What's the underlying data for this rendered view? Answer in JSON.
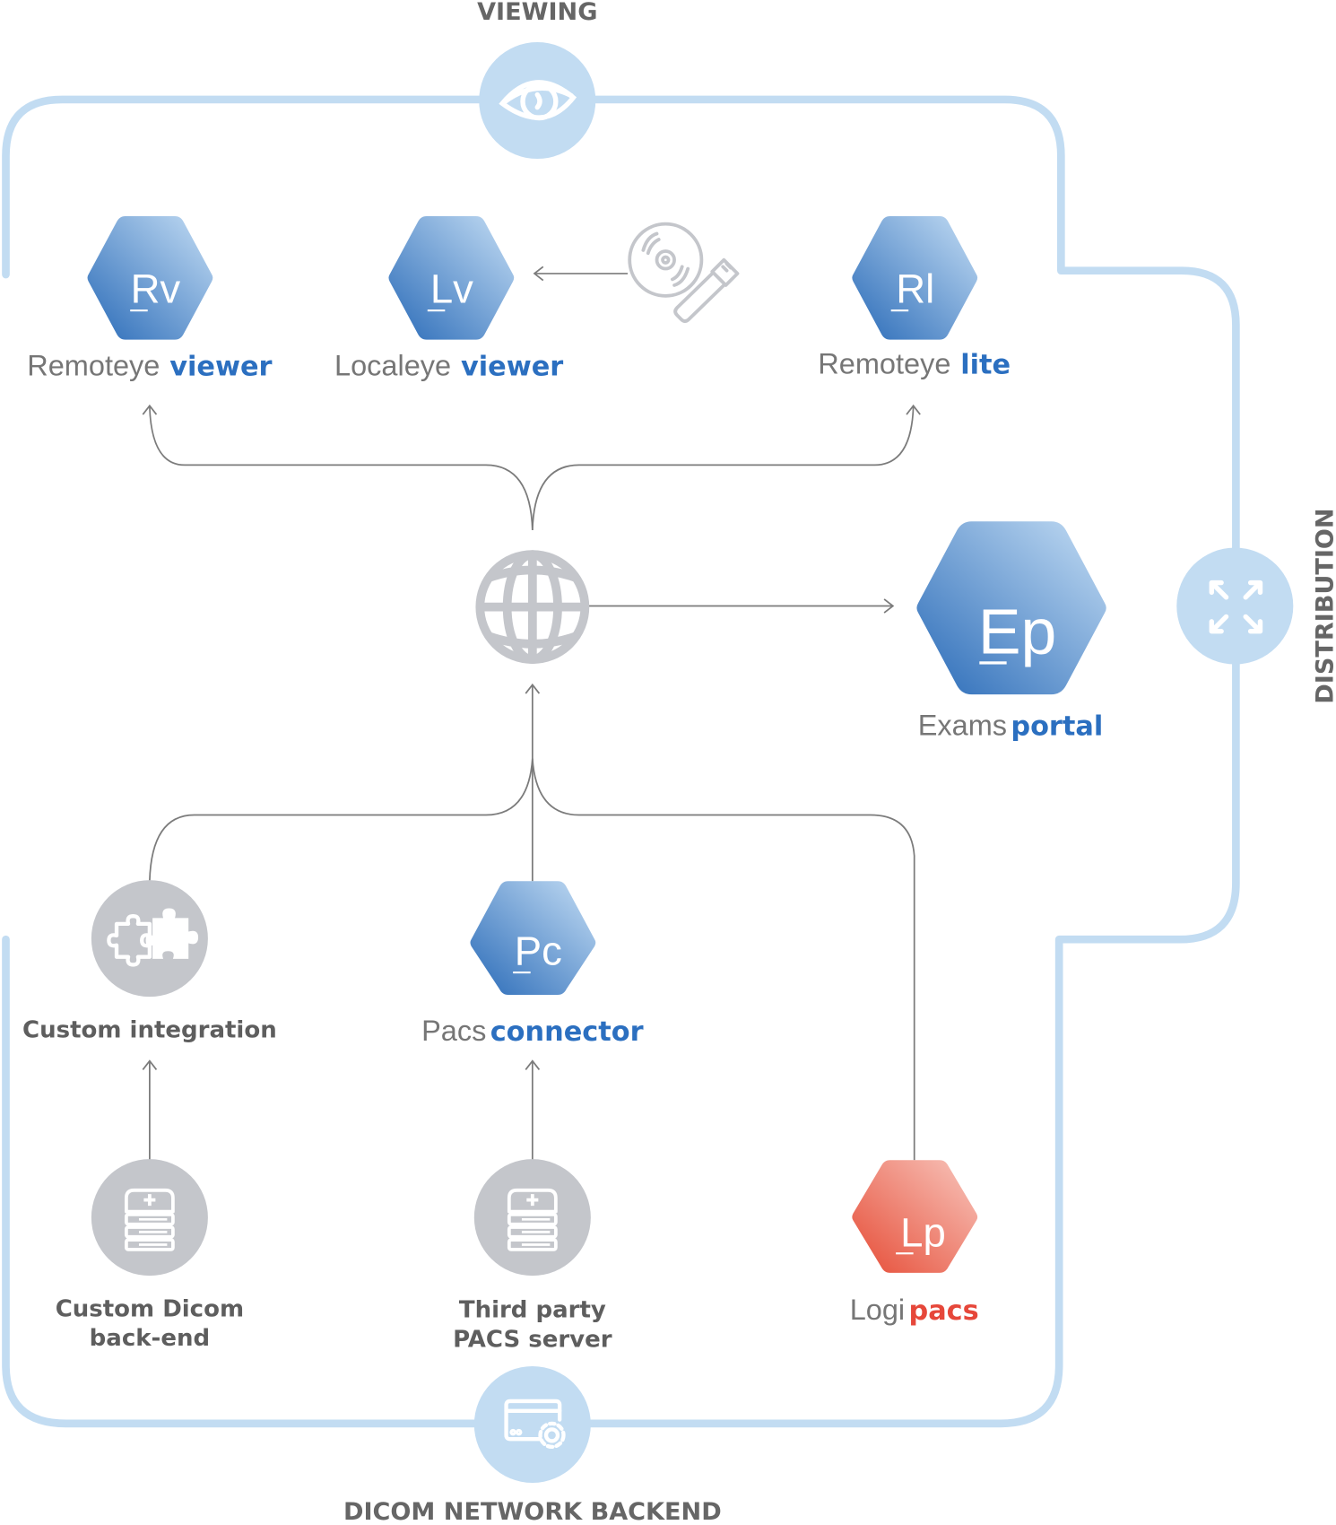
{
  "sections": {
    "viewing": "VIEWING",
    "distribution": "DISTRIBUTION",
    "backend": "DICOM NETWORK BACKEND"
  },
  "colors": {
    "frame": "#c2dcf2",
    "connector": "#7b7b7b",
    "product_blue_dark": "#2a6bb8",
    "product_blue_light": "#bcd7f1",
    "product_red_dark": "#e85a44",
    "product_red_light": "#f6beb3",
    "neutral_node": "#c4c6cb",
    "brand_blue": "#2b6fc0",
    "brand_red": "#e6473a"
  },
  "products": {
    "remoteeye_viewer": {
      "abbr": "Rv",
      "name_light": "Remoteye",
      "name_bold": "viewer"
    },
    "localeye_viewer": {
      "abbr": "Lv",
      "name_light": "Localeye",
      "name_bold": "viewer"
    },
    "remoteeye_lite": {
      "abbr": "Rl",
      "name_light": "Remoteye",
      "name_bold": "lite"
    },
    "examsportal": {
      "abbr": "Ep",
      "name_light": "Exams",
      "name_bold": "portal"
    },
    "pacsconnector": {
      "abbr": "Pc",
      "name_light": "Pacs",
      "name_bold": "connector"
    },
    "logipacs": {
      "abbr": "Lp",
      "name_light": "Logi",
      "name_bold": "pacs"
    }
  },
  "nodes": {
    "custom_integration": "Custom integration",
    "custom_dicom": [
      "Custom Dicom",
      "back-end"
    ],
    "third_party": [
      "Third party",
      "PACS server"
    ]
  },
  "icons": {
    "viewing": "eye-icon",
    "distribution": "expand-arrows-icon",
    "backend": "window-gear-icon",
    "media": "cd-usb-icon",
    "internet": "globe-icon",
    "integration": "puzzle-icon",
    "server": "medical-server-icon"
  }
}
